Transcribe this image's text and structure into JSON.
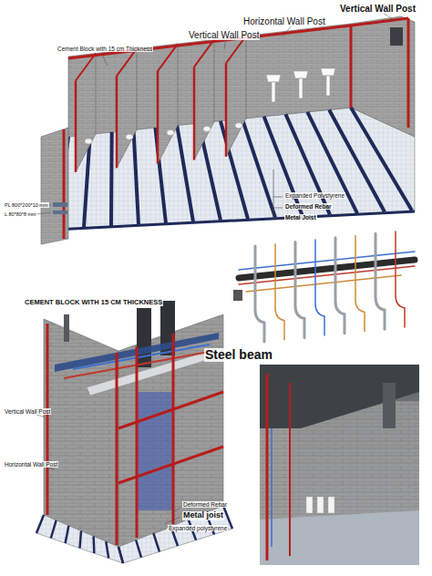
{
  "diagram": {
    "labels": [
      "Vertical Wall Post",
      "Horizontal Wall Post",
      "Vertical Wall Post",
      "Cement Block with 15 cm Thickness",
      "PL 800*200*10 mm",
      "L 80*80*8 mm",
      "Expanded Polystyrene",
      "Deformed Rebar",
      "Metal Joist",
      "CEMENT BLOCK WITH 15 CM THICKNESS",
      "Steel beam",
      "Vertical Wall Post",
      "Horizontal Wall Post",
      "Deformed Rebar",
      "Metal joist",
      "Expanded polystyrene"
    ]
  }
}
